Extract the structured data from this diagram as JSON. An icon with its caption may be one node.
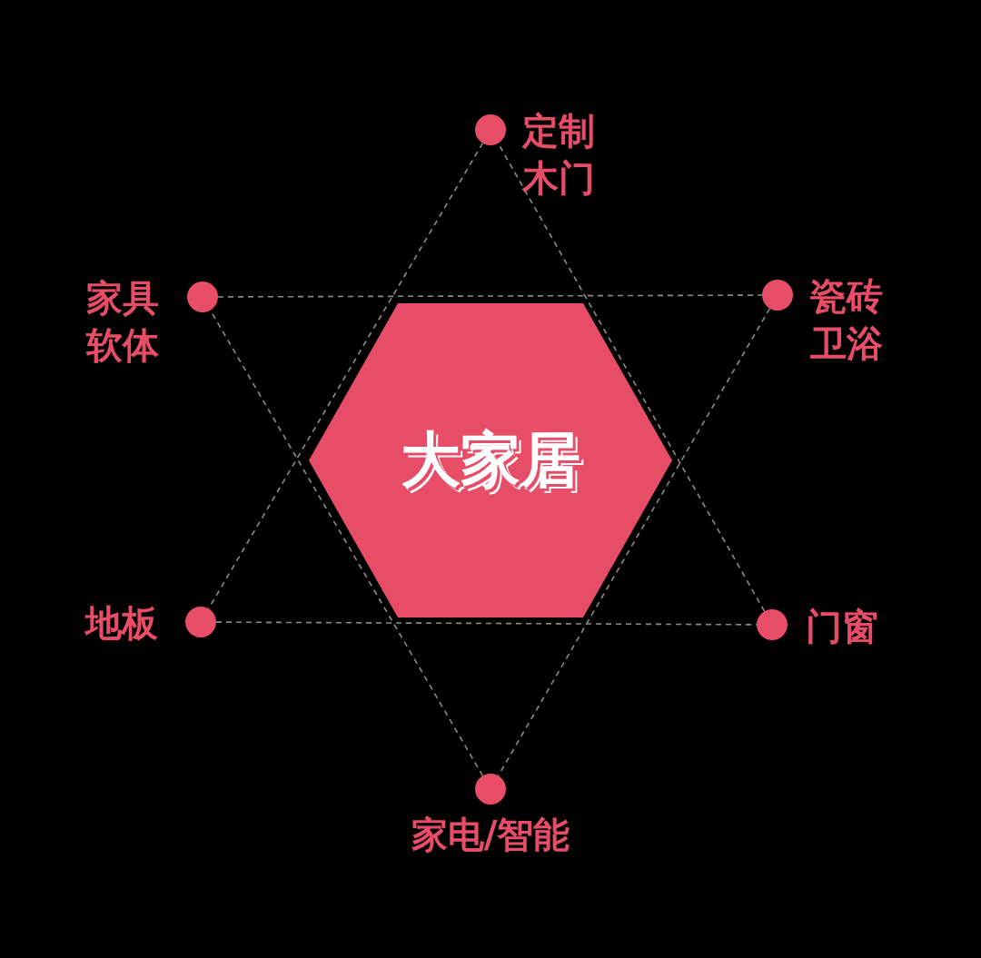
{
  "diagram": {
    "nodes": [
      {
        "text": [],
        "shape": "circle",
        "beside": [
          "定制木门"
        ]
      },
      {
        "text": [],
        "shape": "circle",
        "beside": [
          "家具软体"
        ]
      },
      {
        "text": [],
        "shape": "circle",
        "beside": [
          "瓷砖卫浴"
        ]
      },
      {
        "text": [
          "大家居"
        ]
      },
      {
        "text": [],
        "shape": "circle",
        "beside": [
          "地板"
        ]
      },
      {
        "text": [],
        "shape": "circle",
        "beside": [
          "门窗"
        ]
      },
      {
        "text": [],
        "shape": "circle",
        "beside": [
          "家电/智能"
        ]
      }
    ],
    "edges": [
      {
        "from": 0,
        "to": 4,
        "arrow": "none",
        "style": "dashed"
      },
      {
        "from": 4,
        "to": 5,
        "arrow": "none",
        "style": "dashed"
      },
      {
        "from": 5,
        "to": 0,
        "arrow": "none",
        "style": "dashed"
      },
      {
        "from": 1,
        "to": 2,
        "arrow": "none",
        "style": "dashed"
      },
      {
        "from": 2,
        "to": 6,
        "arrow": "none",
        "style": "dashed"
      },
      {
        "from": 6,
        "to": 1,
        "arrow": "none",
        "style": "dashed"
      }
    ]
  }
}
